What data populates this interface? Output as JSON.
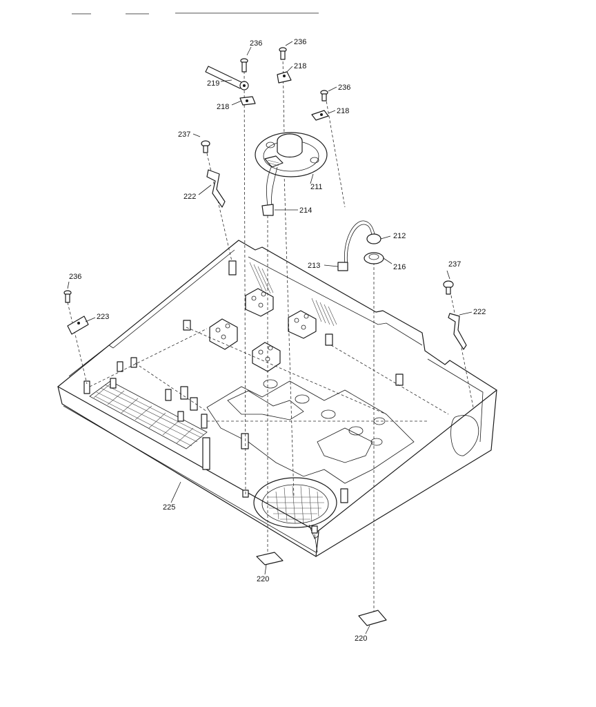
{
  "callouts": {
    "c236_a": "236",
    "c236_b": "236",
    "c236_c": "236",
    "c236_d": "236",
    "c218_a": "218",
    "c218_b": "218",
    "c218_c": "218",
    "c219": "219",
    "c237_a": "237",
    "c237_b": "237",
    "c222_a": "222",
    "c222_b": "222",
    "c211": "211",
    "c214": "214",
    "c212": "212",
    "c213": "213",
    "c216": "216",
    "c223": "223",
    "c225": "225",
    "c220_a": "220",
    "c220_b": "220"
  },
  "parts": [
    {
      "id": "211",
      "icon": "speaker-icon"
    },
    {
      "id": "212",
      "icon": "plug-cap-icon"
    },
    {
      "id": "213",
      "icon": "wire-connector-icon"
    },
    {
      "id": "214",
      "icon": "connector-icon"
    },
    {
      "id": "216",
      "icon": "grommet-icon"
    },
    {
      "id": "218",
      "icon": "clip-icon"
    },
    {
      "id": "219",
      "icon": "strap-icon"
    },
    {
      "id": "220",
      "icon": "rubber-foot-icon"
    },
    {
      "id": "222",
      "icon": "bracket-icon"
    },
    {
      "id": "223",
      "icon": "plate-icon"
    },
    {
      "id": "225",
      "icon": "bottom-cabinet-icon"
    },
    {
      "id": "236",
      "icon": "screw-icon"
    },
    {
      "id": "237",
      "icon": "screw-icon"
    }
  ]
}
